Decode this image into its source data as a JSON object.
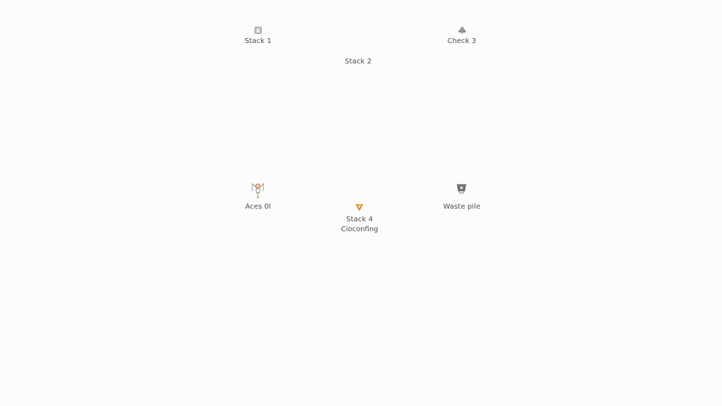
{
  "piles": {
    "stack1": {
      "label": "Stack 1",
      "icon": "card-stack-icon"
    },
    "check3": {
      "label": "Check 3",
      "icon": "club-icon"
    },
    "stack2": {
      "label": "Stack 2"
    },
    "aces": {
      "label": "Aces 0l",
      "icon": "jester-card-icon"
    },
    "stack4": {
      "label": "Stack 4",
      "sublabel": "Cioconfing",
      "icon": "shield-icon"
    },
    "waste": {
      "label": "Waste pile",
      "icon": "waste-pile-icon"
    }
  },
  "colors": {
    "background": "#fcfcfc",
    "label_text": "#4a4a4a",
    "icon_gray": "#8a8a8a",
    "icon_orange": "#e0952a"
  }
}
